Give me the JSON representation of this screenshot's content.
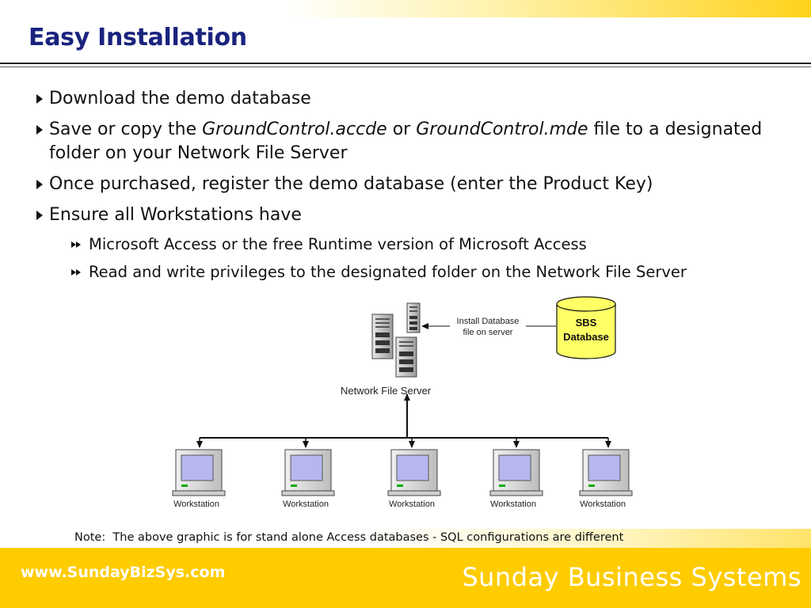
{
  "slide": {
    "title": "Easy Installation",
    "bullets": {
      "b1": "Download the demo database",
      "b2": {
        "pre": "Save or copy the ",
        "file1": "GroundControl.accde",
        "mid": " or ",
        "file2": "GroundControl.mde",
        "post": " file to a designated folder on your Network File Server"
      },
      "b3": "Once purchased, register the demo database (enter the Product Key)",
      "b4": "Ensure all Workstations have",
      "sub1": "Microsoft Access or the free Runtime version of Microsoft Access",
      "sub2": "Read and write privileges to the designated folder on the Network File Server"
    },
    "note": "Note:  The above graphic is for stand alone Access databases - SQL configurations are different"
  },
  "diagram": {
    "server_label": "Network File Server",
    "install_line1": "Install Database",
    "install_line2": "file on server",
    "db_line1": "SBS",
    "db_line2": "Database",
    "workstations": [
      "Workstation",
      "Workstation",
      "Workstation",
      "Workstation",
      "Workstation"
    ],
    "colors": {
      "db_fill": "#ffff66",
      "screen": "#b7b7f0",
      "line": "#111111"
    }
  },
  "footer": {
    "url": "www.SundayBizSys.com",
    "company": "Sunday Business Systems",
    "color": "#ffcc00"
  }
}
